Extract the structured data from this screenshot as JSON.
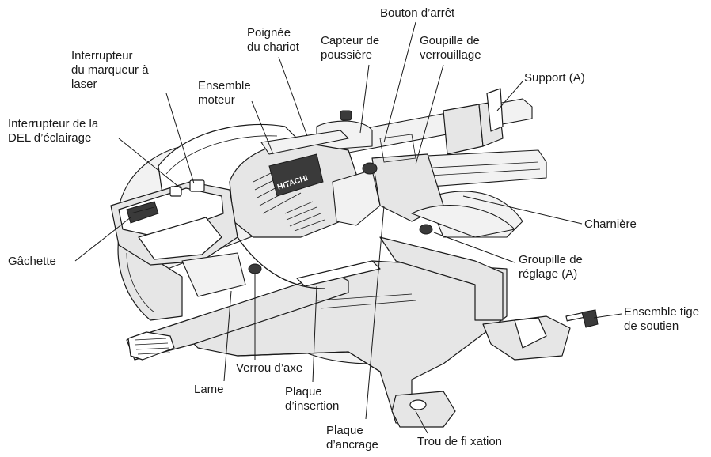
{
  "labels": {
    "bouton_arret": "Bouton d’arrêt",
    "poignee_chariot": "Poignée\ndu chariot",
    "capteur_poussiere": "Capteur de\npoussière",
    "goupille_verrouillage": "Goupille de\nverrouillage",
    "interrupteur_laser": "Interrupteur\ndu marqueur à\nlaser",
    "ensemble_moteur": "Ensemble\nmoteur",
    "support_a": "Support (A)",
    "interrupteur_del": "Interrupteur de la\nDEL d’éclairage",
    "charniere": "Charnière",
    "gachette": "Gâchette",
    "goupille_reglage": "Groupille de\nréglage (A)",
    "ensemble_tige": "Ensemble tige\nde soutien",
    "verrou_axe": "Verrou d’axe",
    "lame": "Lame",
    "plaque_insertion": "Plaque\nd’insertion",
    "plaque_ancrage": "Plaque\nd’ancrage",
    "trou_fixation": "Trou de fi xation"
  },
  "brand_mark": "HITACHI"
}
